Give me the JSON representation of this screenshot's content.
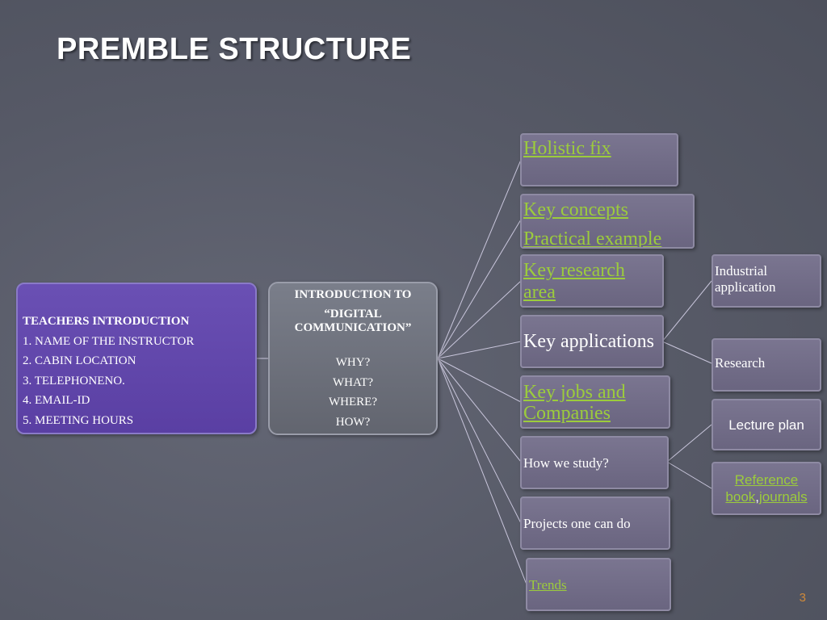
{
  "title": "PREMBLE  STRUCTURE",
  "teacher": {
    "heading": "TEACHERS INTRODUCTION",
    "items": [
      "1. NAME OF THE INSTRUCTOR",
      "2. CABIN LOCATION",
      "3. TELEPHONENO.",
      "4. EMAIL-ID",
      "5. MEETING HOURS"
    ]
  },
  "intro": {
    "line1": "INTRODUCTION TO",
    "line2": "“DIGITAL",
    "line3": "COMMUNICATION”",
    "questions": [
      "WHY?",
      "WHAT?",
      "WHERE?",
      "HOW?"
    ]
  },
  "topics": {
    "holistic": "Holistic fix",
    "key_concepts": "Key concepts",
    "practical_example": "Practical example",
    "key_research_area": "Key research area",
    "key_applications": "Key applications",
    "key_jobs": "Key jobs and Companies",
    "how_we_study": "How we study?",
    "projects": "Projects one can do",
    "trends": "Trends"
  },
  "sub": {
    "industrial": "Industrial application",
    "research": "Research",
    "lecture_plan": "Lecture plan",
    "reference_book": "Reference book",
    "comma": ",",
    "journals": "journals"
  },
  "page_number": "3",
  "colors": {
    "link": "#9ccc3c",
    "teacher_box": "#5a3fa3",
    "page_number": "#d08a3a"
  }
}
